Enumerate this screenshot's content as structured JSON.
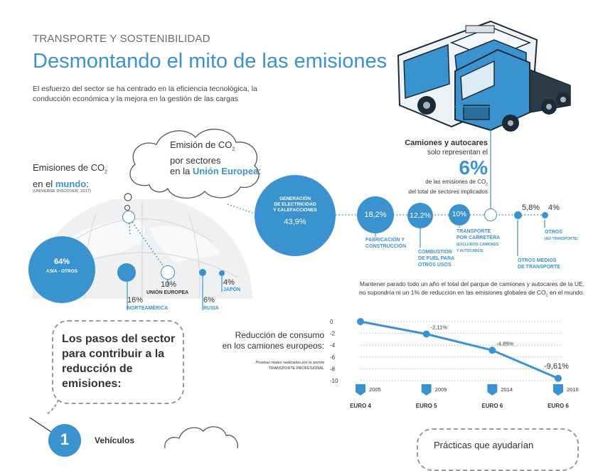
{
  "header": {
    "kicker": "TRANSPORTE Y SOSTENIBILIDAD",
    "title": "Desmontando el mito de las emisiones",
    "intro": "El esfuerzo del sector se ha centrado en la eficiencia tecnológica, la conducción económica y la mejora en la gestión de las cargas"
  },
  "world": {
    "label_pre": "Emisiones de CO",
    "label_sub": "2",
    "label_en": "en el",
    "label_strong": "mundo",
    "label_colon": ":",
    "source": "(UNIVERSE DISCOVER, 2017)",
    "items": [
      {
        "value": "64%",
        "name": "ASIA - OTROS"
      },
      {
        "value": "16%",
        "name": "NORTEAMÉRICA"
      },
      {
        "value": "10%",
        "name": "UNIÓN EUROPEA"
      },
      {
        "value": "6%",
        "name": "RUSIA"
      },
      {
        "value": "4%",
        "name": "JAPÓN"
      }
    ]
  },
  "cloud": {
    "line1_pre": "Emisión de CO",
    "line1_sub": "2",
    "line2": "por sectores",
    "line3_pre": "en la",
    "line3_strong": "Unión Europea",
    "line3_colon": ":"
  },
  "eu_sectors": [
    {
      "value": "43,9%",
      "name_l1": "GENERACIÓN",
      "name_l2": "DE ELECTRICIDAD",
      "name_l3": "Y CALEFACCIONES"
    },
    {
      "value": "18,2%",
      "name_l1": "FABRICACIÓN Y",
      "name_l2": "CONSTRUCCIÓN"
    },
    {
      "value": "12,2%",
      "name_l1": "COMBUSTIÓN",
      "name_l2": "DE FUEL PARA",
      "name_l3": "OTROS USOS"
    },
    {
      "value": "10%",
      "name_l1": "TRANSPORTE",
      "name_l2": "POR CARRETERA",
      "name_l3": "(EXCLUIDOS CAMIONES",
      "name_l4": "Y AUTOCARES)"
    },
    {
      "value": "5,8%",
      "name_l1": "OTROS MEDIOS",
      "name_l2": "DE TRANSPORTE"
    },
    {
      "value": "4%",
      "name_l1": "OTROS",
      "name_l2": "(NO TRANSPORTE)"
    }
  ],
  "trucks": {
    "heading": "Camiones y autocares",
    "line2": "solo representan el",
    "big": "6%",
    "line4_pre": "de las emisiones de CO",
    "line4_sub": "2",
    "line5": "del total de sectores implicados"
  },
  "note": {
    "line1": "Mantener parado todo un año el total del parque de camiones y autocares de la UE,",
    "line2_pre": "no supondría ni un 1% de reducción en las emisiones globales de CO",
    "line2_sub": "2",
    "line2_post": "en el mundo."
  },
  "chart_title": {
    "line1": "Reducción de consumo",
    "line2": "en los camiones europeos:",
    "source_l1": "Pruebas reales realizadas por la revista",
    "source_l2": "TRANSPORTE PROFESIONAL"
  },
  "chart_data": {
    "type": "line",
    "x": [
      2005,
      2009,
      2014,
      2016
    ],
    "x_tick_labels": [
      "2005",
      "2009",
      "2014",
      "2016"
    ],
    "categories": [
      "EURO 4",
      "EURO 5",
      "EURO 6",
      "EURO 6"
    ],
    "values": [
      0,
      -2.11,
      -4.85,
      -9.61
    ],
    "data_labels": [
      "",
      "-2,11%",
      "-4,85%",
      "-9,61%"
    ],
    "yticks": [
      "0",
      "-2",
      "-4",
      "-6",
      "-8",
      "-10"
    ],
    "ylim": [
      -10,
      0
    ],
    "grid": true,
    "line_color": "#3a93cf"
  },
  "steps": {
    "title_l1": "Los pasos del sector",
    "title_l2": "para contribuir a la",
    "title_l3": "reducción de",
    "title_l4": "emisiones:",
    "first_number": "1",
    "first_label": "Vehículos",
    "practices_label": "Prácticas que ayudarían"
  },
  "colors": {
    "accent": "#3a93cf",
    "text": "#333333",
    "muted": "#6b6b6b"
  }
}
